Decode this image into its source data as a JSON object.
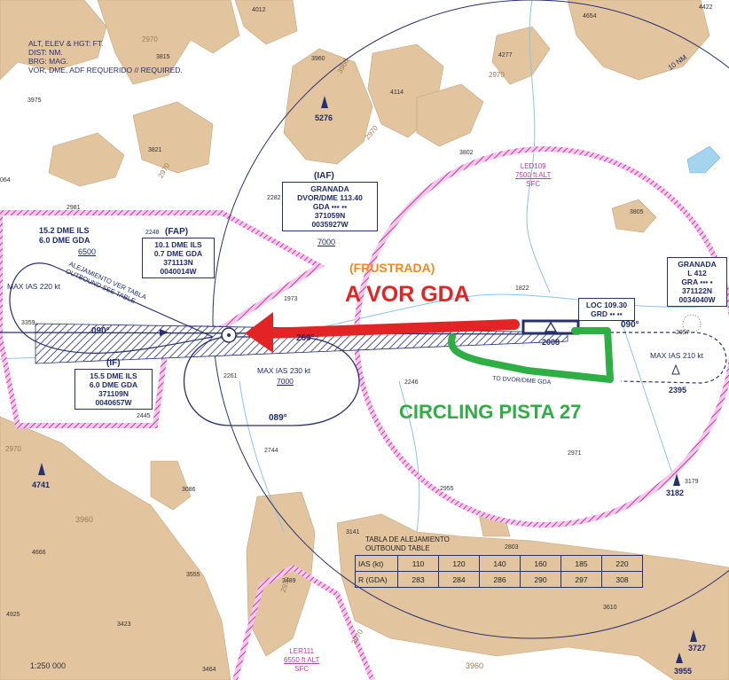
{
  "legend": [
    "ALT, ELEV & HGT: FT.",
    "DIST: NM.",
    "BRG: MAG.",
    "VOR, DME, ADF REQUERIDO // REQUIRED."
  ],
  "scale": "1:250 000",
  "range_ring": "10 NM",
  "annotations": {
    "missed": "(FRUSTRADA)",
    "to_vor": "A VOR GDA",
    "circling": "CIRCLING PISTA 27"
  },
  "iaf": {
    "tag": "(IAF)",
    "lines": [
      "GRANADA",
      "DVOR/DME 113.40",
      "GDA ▪▪▪ ▪▪",
      "371059N",
      "0035927W"
    ],
    "alt": "7000"
  },
  "fap": {
    "tag": "(FAP)",
    "lines": [
      "10.1 DME ILS",
      "0.7 DME GDA",
      "371113N",
      "0040014W"
    ],
    "alt": "2248"
  },
  "iff": {
    "tag": "(IF)",
    "lines": [
      "15.5 DME ILS",
      "6.0 DME GDA",
      "371109N",
      "0040657W"
    ]
  },
  "dme_top": [
    "15.2 DME ILS",
    "6.0 DME GDA"
  ],
  "dme_top_alt": "6500",
  "ndb": {
    "lines": [
      "GRANADA",
      "L 412",
      "GRA ▪▪▪ ▪",
      "371122N",
      "0034040W"
    ]
  },
  "loc": {
    "lines": [
      "LOC 109.30",
      "GRD ▪▪ ▪▪"
    ]
  },
  "airport_elev": "2008",
  "airspace": [
    {
      "name": "LED109",
      "alt": "7500 ft ALT",
      "floor": "SFC"
    },
    {
      "name": "LER111",
      "alt": "6550 ft ALT",
      "floor": "SFC"
    }
  ],
  "outbound_label": [
    "ALEJAMIENTO VER TABLA",
    "OUTBOUND SEE TABLE"
  ],
  "speeds": {
    "west": "MAX IAS 220 kt",
    "hold": "MAX IAS 230 kt",
    "hold_alt": "7000",
    "east": "MAX IAS 210 kt"
  },
  "tracks": {
    "inbound_w": "090°",
    "inbound_e": "090°",
    "hold_out": "089°",
    "final": "269°",
    "to_vor": "TO DVOR/DME GDA"
  },
  "peaks": [
    {
      "elev": "5276"
    },
    {
      "elev": "4741"
    },
    {
      "elev": "3182"
    },
    {
      "elev": "3727"
    },
    {
      "elev": "3955"
    },
    {
      "elev": "2395"
    }
  ],
  "spot_elevations": [
    "4012",
    "3815",
    "3975",
    "3821",
    "3960",
    "4277",
    "4114",
    "4654",
    "4422",
    "3802",
    "3805",
    "1973",
    "1822",
    "2057",
    "2261",
    "2246",
    "2744",
    "2955",
    "2971",
    "3179",
    "3086",
    "3555",
    "3489",
    "3141",
    "2803",
    "3610",
    "3423",
    "4666",
    "4925",
    "3464",
    "2445",
    "2981",
    "3359",
    "2282",
    "064"
  ],
  "contours": [
    "2970",
    "2970",
    "2970",
    "2970",
    "2970",
    "2970",
    "2970",
    "3960",
    "3960",
    "3960"
  ],
  "outbound_table": {
    "title": [
      "TABLA DE ALEJAMIENTO",
      "OUTBOUND TABLE"
    ],
    "rows": [
      {
        "label": "IAS (kt)",
        "values": [
          "110",
          "120",
          "140",
          "160",
          "185",
          "220"
        ]
      },
      {
        "label": "R (GDA)",
        "values": [
          "283",
          "284",
          "286",
          "290",
          "297",
          "308"
        ]
      }
    ]
  }
}
